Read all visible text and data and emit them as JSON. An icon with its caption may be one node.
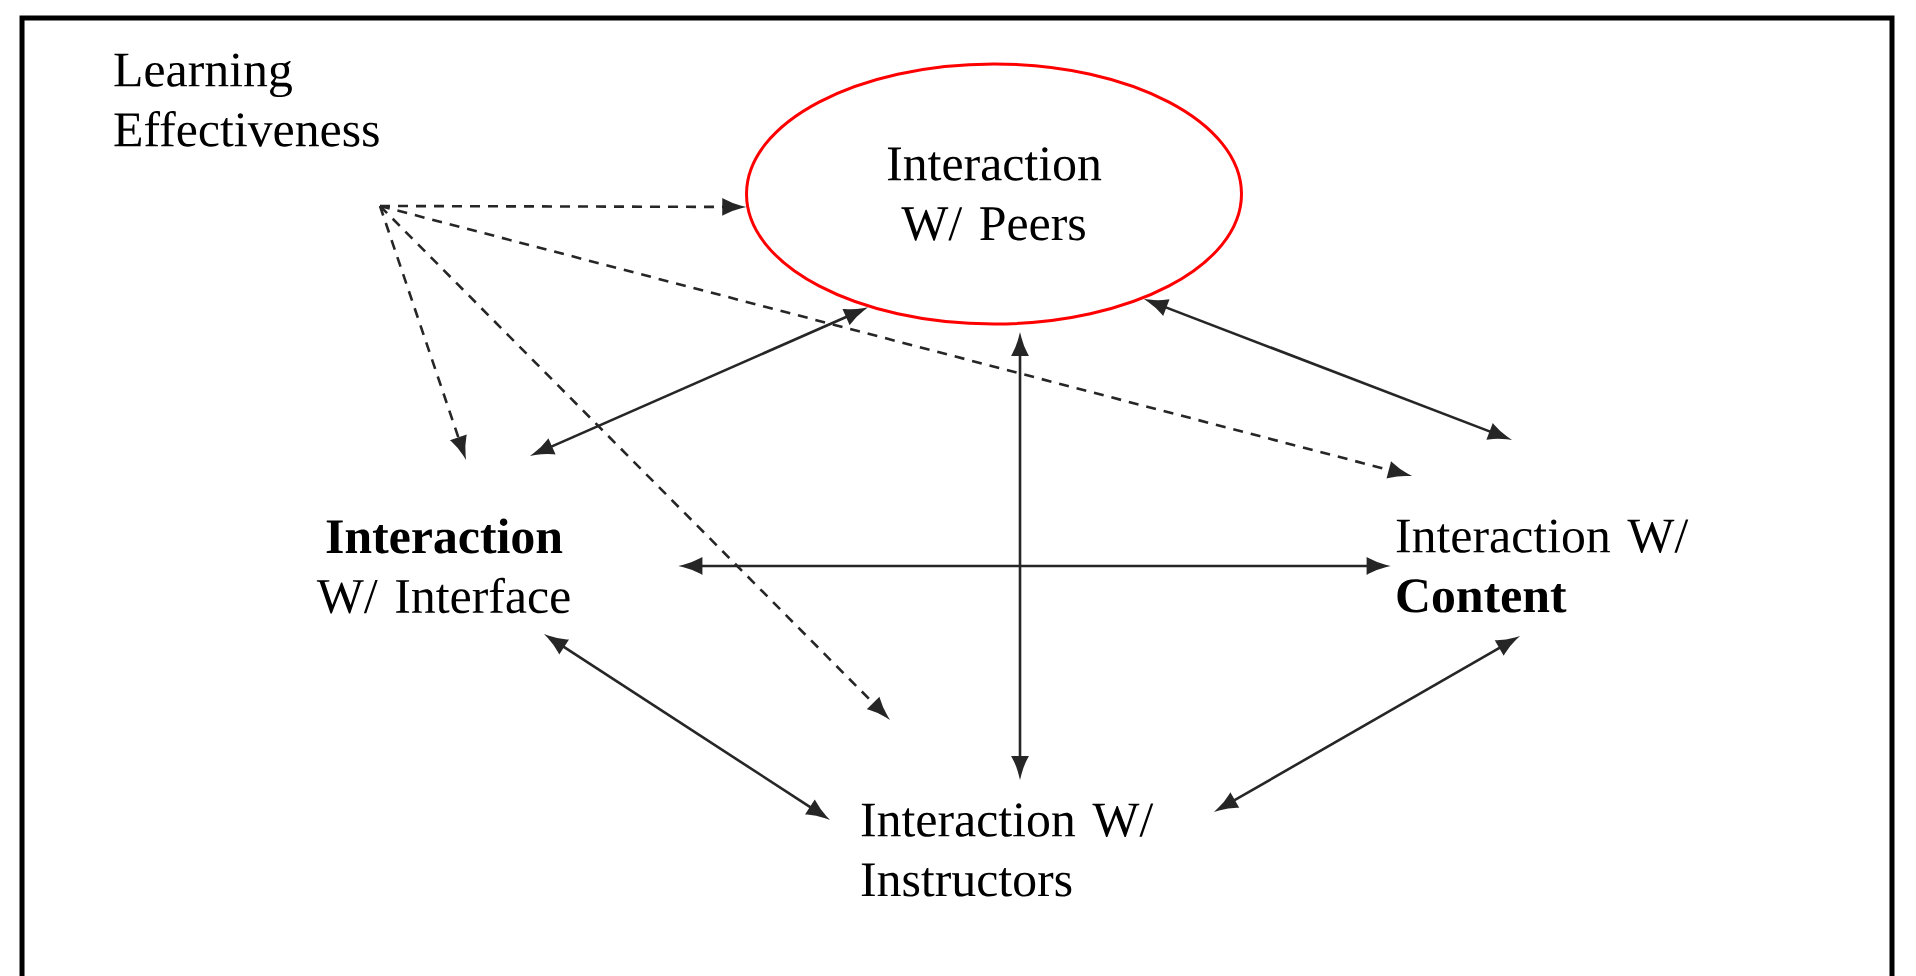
{
  "diagram": {
    "nodes": [
      {
        "text": [
          "Learning Effectiveness"
        ]
      },
      {
        "text": [
          "Interaction W/ Peers"
        ]
      },
      {
        "text": [
          "**Interaction** W/ Interface"
        ]
      },
      {
        "text": [
          "Interaction W/ **Content**"
        ]
      },
      {
        "text": [
          "Interaction W/ Instructors"
        ]
      }
    ],
    "edges": [
      {
        "from": 0,
        "to": 1,
        "arrow": "to",
        "style": "dashed"
      },
      {
        "from": 0,
        "to": 2,
        "arrow": "to",
        "style": "dashed"
      },
      {
        "from": 0,
        "to": 3,
        "arrow": "to",
        "style": "dashed"
      },
      {
        "from": 0,
        "to": 4,
        "arrow": "to",
        "style": "dashed"
      },
      {
        "from": 1,
        "to": 2,
        "arrow": "both"
      },
      {
        "from": 1,
        "to": 3,
        "arrow": "both"
      },
      {
        "from": 1,
        "to": 4,
        "arrow": "both"
      },
      {
        "from": 2,
        "to": 3,
        "arrow": "both"
      },
      {
        "from": 2,
        "to": 4,
        "arrow": "both"
      },
      {
        "from": 3,
        "to": 4,
        "arrow": "both"
      }
    ]
  }
}
